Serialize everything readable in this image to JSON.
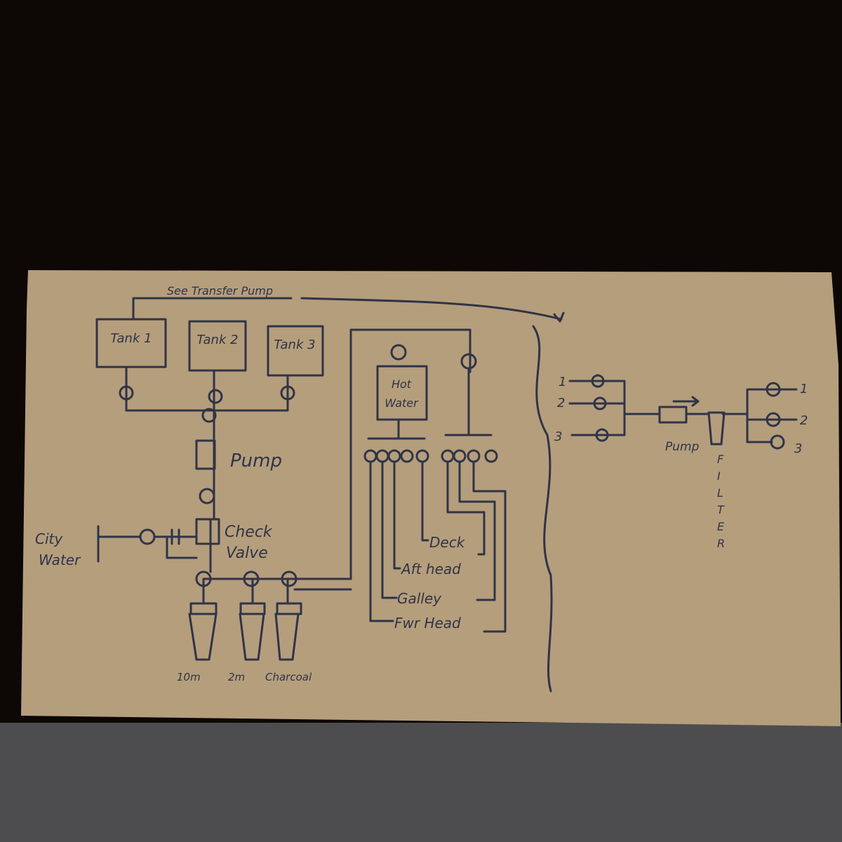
{
  "colors": {
    "cardboard": "#b59e7c",
    "ink": "#2f3447",
    "background": "#0d0705",
    "carpet": "#4d4d4f"
  },
  "top_note": "See Transfer Pump",
  "tanks": [
    "Tank 1",
    "Tank 2",
    "Tank 3"
  ],
  "pump_label": "Pump",
  "city_water_label": [
    "City",
    "Water"
  ],
  "check_valve_label": [
    "Check",
    "Valve"
  ],
  "filters": [
    "10m",
    "2m",
    "Charcoal"
  ],
  "hot_water_label": [
    "Hot",
    "Water"
  ],
  "outlets": [
    "Deck",
    "Aft head",
    "Galley",
    "Fwr Head"
  ],
  "transfer": {
    "inputs": [
      "1",
      "2",
      "3"
    ],
    "outputs": [
      "1",
      "2",
      "3"
    ],
    "pump_label": "Pump",
    "filter_label": [
      "F",
      "I",
      "L",
      "T",
      "E",
      "R"
    ]
  }
}
